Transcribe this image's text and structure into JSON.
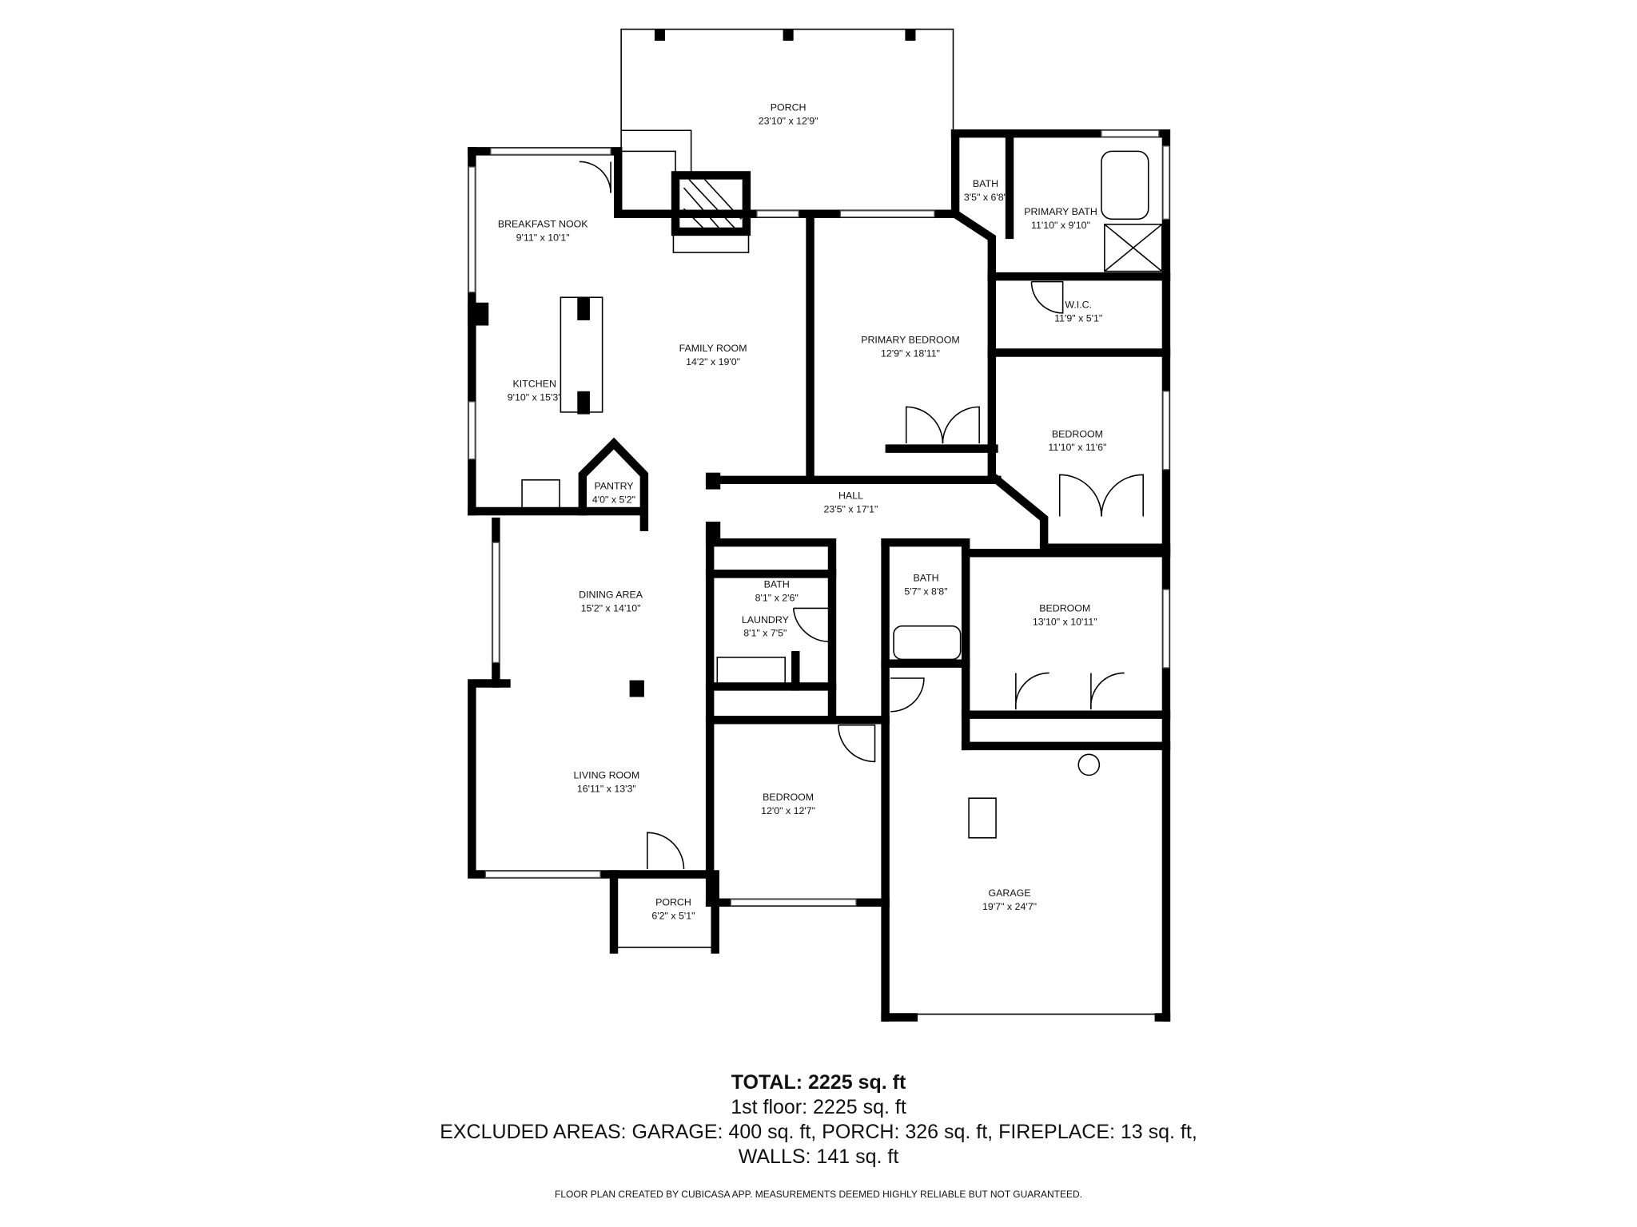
{
  "rooms": [
    {
      "name": "PORCH",
      "size": "23'10\" x 12'9\""
    },
    {
      "name": "BREAKFAST NOOK",
      "size": "9'11\" x 10'1\""
    },
    {
      "name": "KITCHEN",
      "size": "9'10\" x 15'3\""
    },
    {
      "name": "FAMILY ROOM",
      "size": "14'2\" x 19'0\""
    },
    {
      "name": "PANTRY",
      "size": "4'0\" x 5'2\""
    },
    {
      "name": "PRIMARY BEDROOM",
      "size": "12'9\" x 18'11\""
    },
    {
      "name": "BATH",
      "size": "3'5\" x 6'8\""
    },
    {
      "name": "PRIMARY BATH",
      "size": "11'10\" x 9'10\""
    },
    {
      "name": "W.I.C.",
      "size": "11'9\" x 5'1\""
    },
    {
      "name": "BEDROOM",
      "size": "11'10\" x 11'6\""
    },
    {
      "name": "HALL",
      "size": "23'5\" x 17'1\""
    },
    {
      "name": "BATH",
      "size": "8'1\" x 2'6\""
    },
    {
      "name": "LAUNDRY",
      "size": "8'1\" x 7'5\""
    },
    {
      "name": "BATH",
      "size": "5'7\" x 8'8\""
    },
    {
      "name": "BEDROOM",
      "size": "13'10\" x 10'11\""
    },
    {
      "name": "DINING AREA",
      "size": "15'2\" x 14'10\""
    },
    {
      "name": "LIVING ROOM",
      "size": "16'11\" x 13'3\""
    },
    {
      "name": "BEDROOM",
      "size": "12'0\" x 12'7\""
    },
    {
      "name": "PORCH",
      "size": "6'2\" x 5'1\""
    },
    {
      "name": "GARAGE",
      "size": "19'7\" x 24'7\""
    }
  ],
  "summary": {
    "total": "TOTAL: 2225 sq. ft",
    "floor": "1st floor: 2225 sq. ft",
    "excluded": "EXCLUDED AREAS: GARAGE: 400 sq. ft, PORCH: 326 sq. ft, FIREPLACE: 13 sq. ft,",
    "walls": "WALLS: 141 sq. ft",
    "disclaimer": "FLOOR PLAN CREATED BY CUBICASA APP. MEASUREMENTS DEEMED HIGHLY RELIABLE BUT NOT GUARANTEED."
  }
}
